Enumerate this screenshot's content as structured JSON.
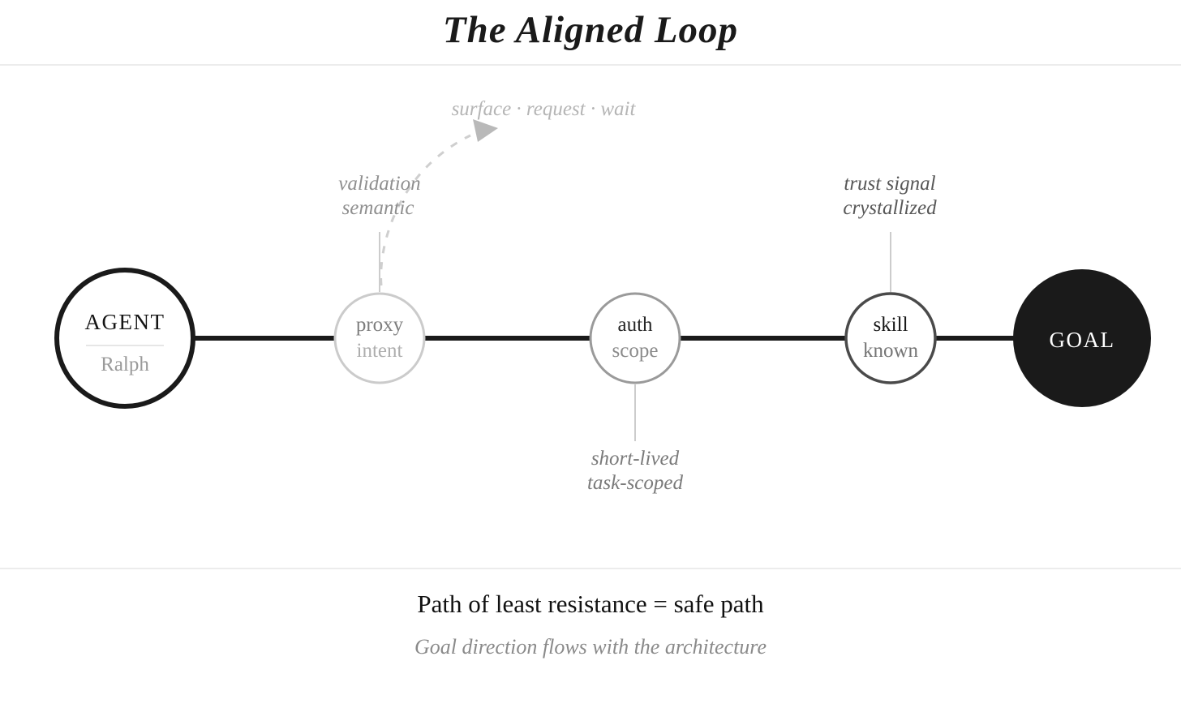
{
  "title": "The Aligned Loop",
  "diagram": {
    "loop_annotation": "surface · request · wait",
    "nodes": {
      "agent": {
        "label": "AGENT",
        "sublabel": "Ralph"
      },
      "proxy_intent": {
        "line1": "proxy",
        "line2": "intent",
        "annotation": {
          "line1": "validation",
          "line2": "semantic"
        }
      },
      "auth_scope": {
        "line1": "auth",
        "line2": "scope",
        "annotation": {
          "line1": "short-lived",
          "line2": "task-scoped"
        }
      },
      "skill_known": {
        "line1": "skill",
        "line2": "known",
        "annotation": {
          "line1": "trust signal",
          "line2": "crystallized"
        }
      },
      "goal": {
        "label": "GOAL"
      }
    }
  },
  "caption": {
    "heading": "Path of least resistance = safe path",
    "subheading": "Goal direction flows with the architecture"
  },
  "colors": {
    "ink": "#1a1a1a",
    "main_line": "#1a1a1a",
    "goal_fill": "#1a1a1a",
    "agent_border": "#1a1a1a",
    "node_border_light": "#cbcbcb",
    "node_border_medium": "#9a9a9a",
    "node_border_dark": "#4a4a4a",
    "connector_gray": "#cccccc",
    "dashed_arc": "#cfcfcf",
    "arrowhead": "#b9b9b9",
    "divider": "#ececec"
  }
}
